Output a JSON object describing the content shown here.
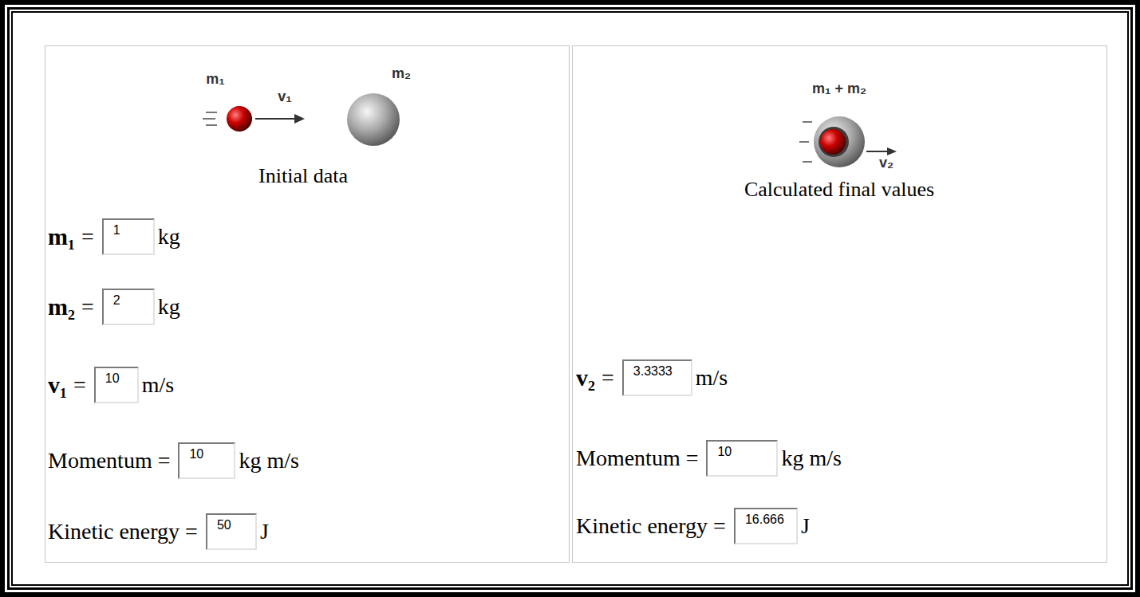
{
  "diagram": {
    "nodes": [
      {
        "text": [
          "Initial data"
        ]
      },
      {
        "text": [
          "1"
        ],
        "in": 0
      },
      {
        "text": [
          "2"
        ],
        "in": 0
      },
      {
        "text": [
          "10"
        ],
        "in": 0
      },
      {
        "text": [
          "10"
        ],
        "in": 0
      },
      {
        "text": [
          "50"
        ],
        "in": 0
      },
      {
        "text": [
          "Calculated final values"
        ]
      },
      {
        "text": [
          "3.3333"
        ],
        "in": 6
      },
      {
        "text": [
          "10"
        ],
        "in": 6
      },
      {
        "text": [
          "16.666"
        ],
        "in": 6
      }
    ],
    "labels": [
      "m₁",
      "v₁",
      "m₂",
      "m₁",
      "=",
      "kg",
      "m₂",
      "=",
      "kg",
      "v₁",
      "=",
      "m/s",
      "Momentum =",
      "kg m/s",
      "Kinetic energy =",
      "J",
      "m₁ + m₂",
      "v₂",
      "v₂",
      "=",
      "m/s",
      "Momentum =",
      "kg m/s",
      "Kinetic energy =",
      "J"
    ]
  }
}
